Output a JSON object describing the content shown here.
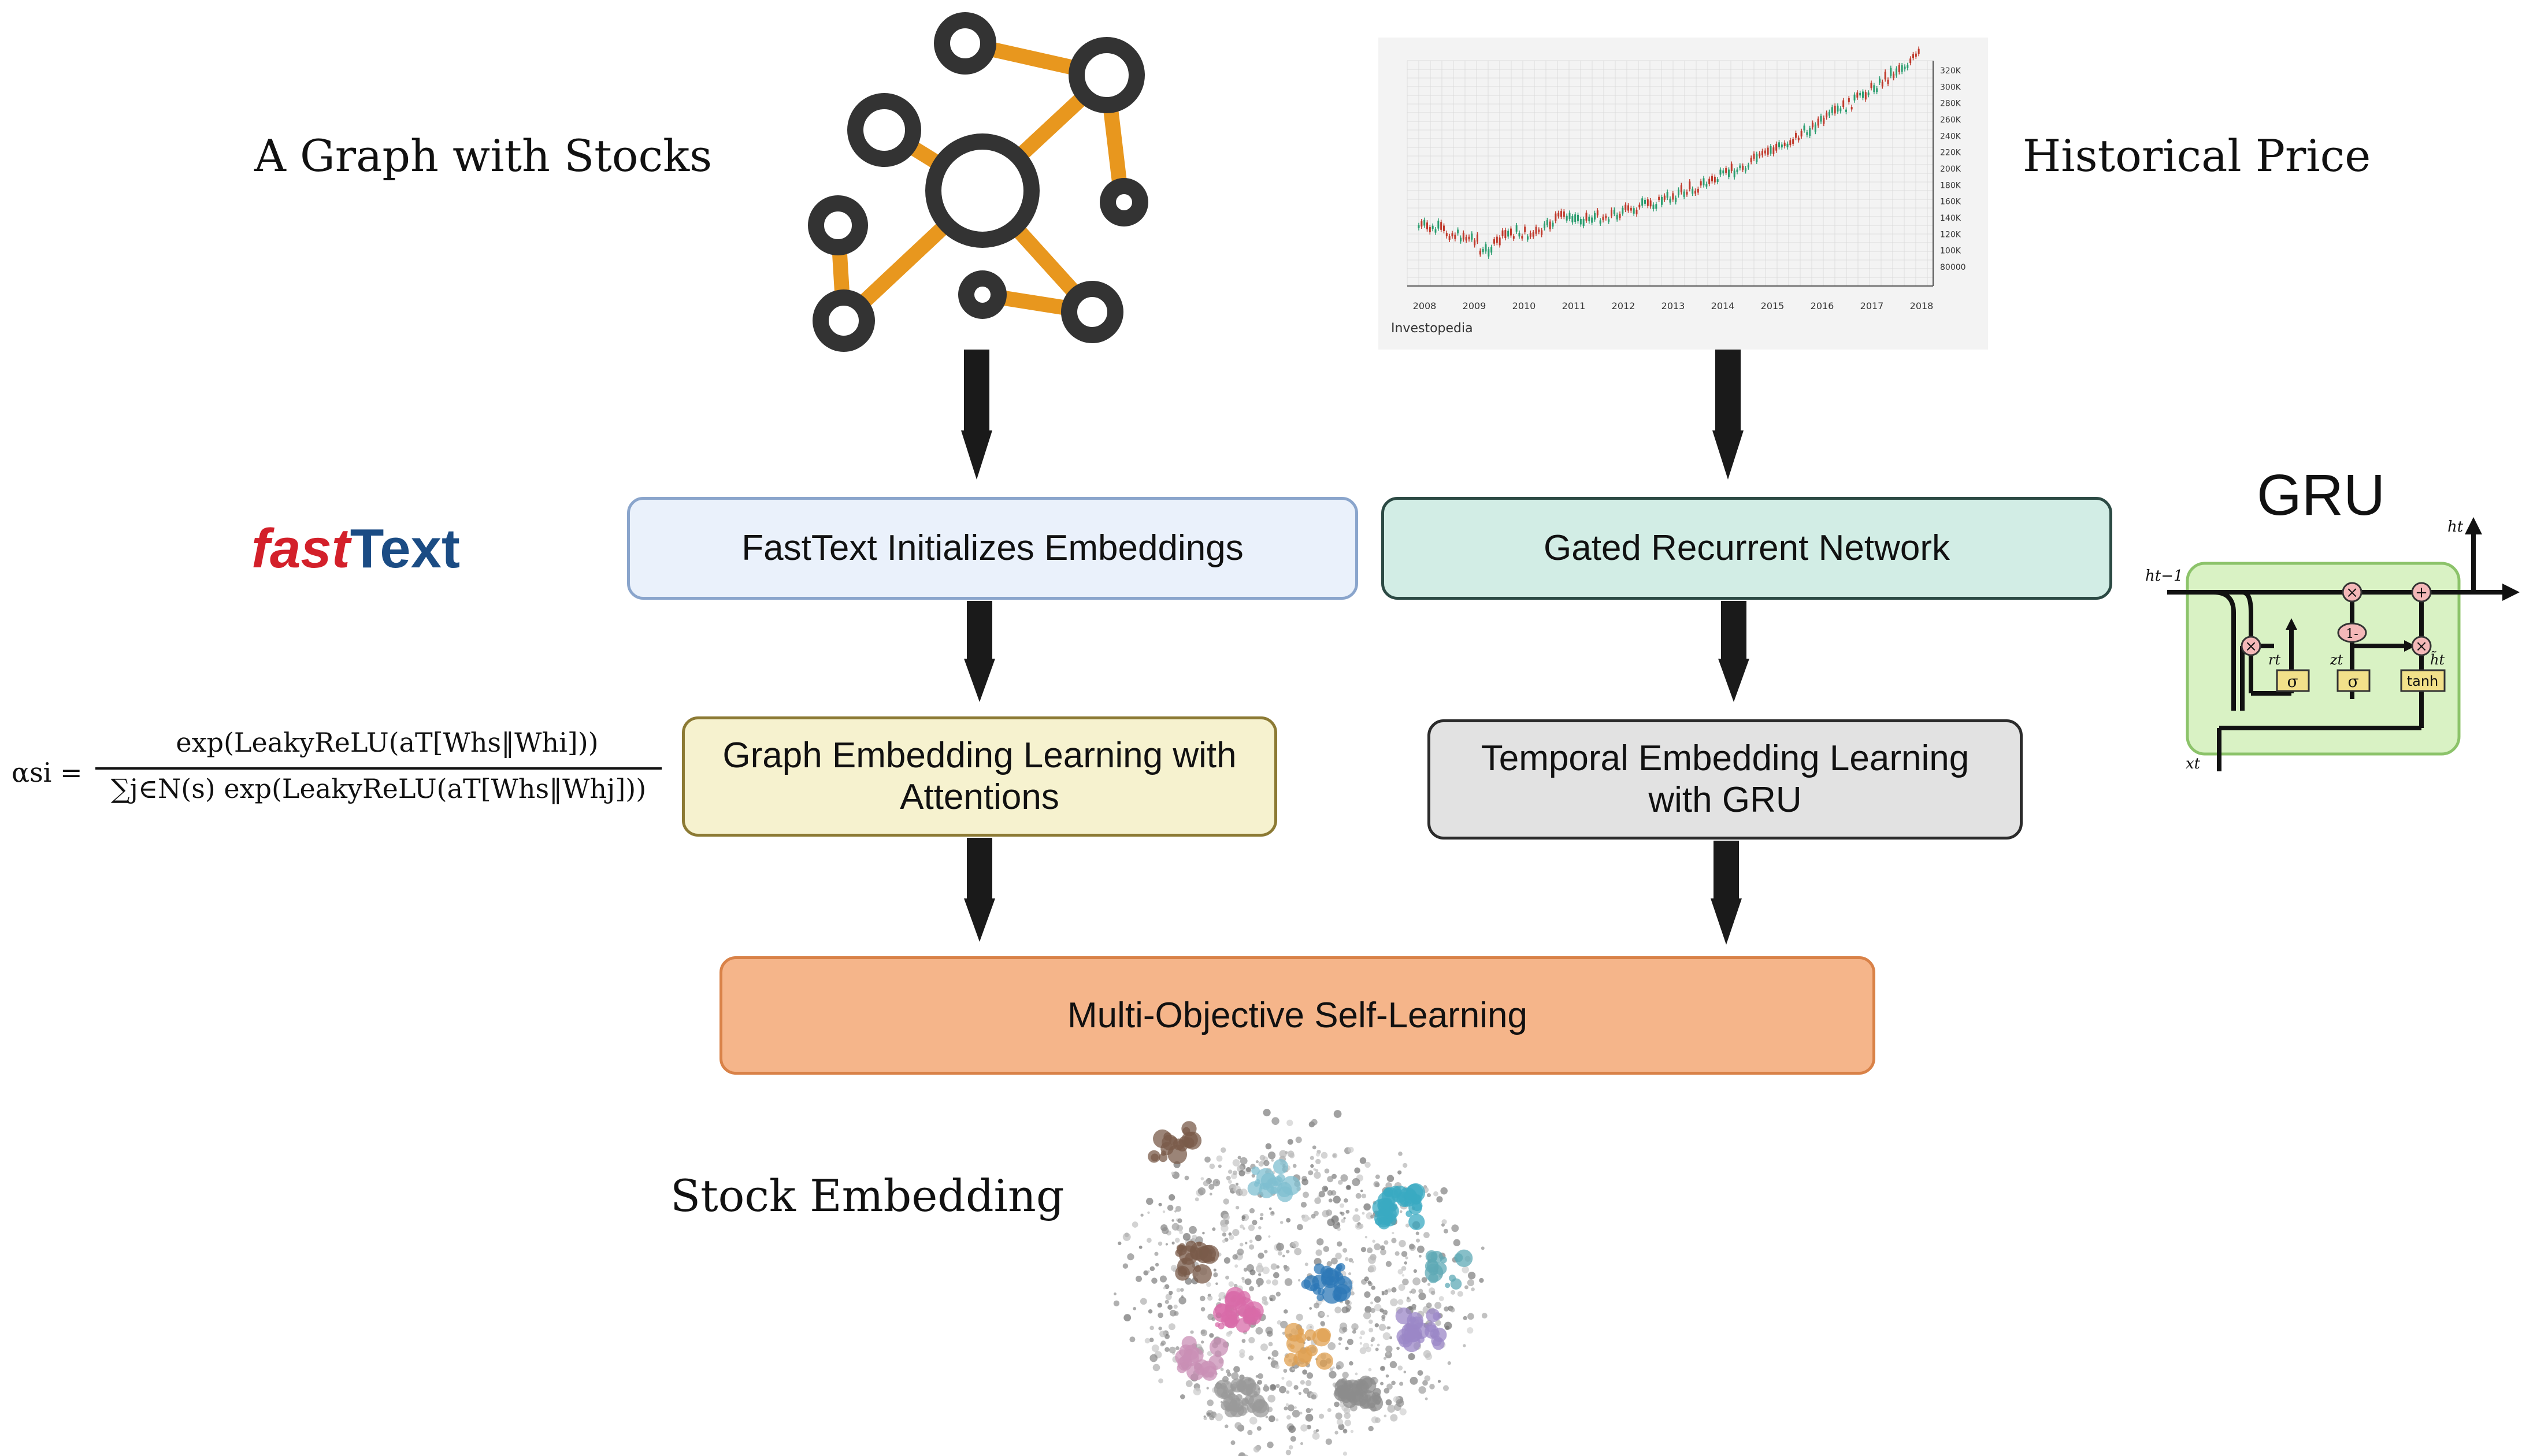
{
  "labels": {
    "graph": "A Graph with Stocks",
    "price": "Historical Price",
    "embedding": "Stock Embedding",
    "gru_title": "GRU"
  },
  "logo": {
    "fast": "fast",
    "text": "Text"
  },
  "boxes": {
    "fasttext": "FastText Initializes Embeddings",
    "gated": "Gated Recurrent Network",
    "graph_line1": "Graph Embedding Learning with",
    "graph_line2": "Attentions",
    "temporal_line1": "Temporal Embedding Learning",
    "temporal_line2": "with GRU",
    "multi": "Multi-Objective Self-Learning"
  },
  "formula": {
    "lhs": "αsi =",
    "numerator": "exp(LeakyReLU(aT[Whs‖Whi]))",
    "denominator": "∑j∈N(s) exp(LeakyReLU(aT[Whs‖Whj]))"
  },
  "price_chart": {
    "x_ticks": [
      "2008",
      "2009",
      "2010",
      "2011",
      "2012",
      "2013",
      "2014",
      "2015",
      "2016",
      "2017",
      "2018"
    ],
    "y_ticks": [
      "320K",
      "300K",
      "280K",
      "260K",
      "240K",
      "220K",
      "200K",
      "180K",
      "160K",
      "140K",
      "120K",
      "100K",
      "80000"
    ],
    "source": "Investopedia"
  },
  "gru_diagram": {
    "h_prev": "ht−1",
    "h_out": "ht",
    "x_in": "xt",
    "r_label": "rt",
    "z_label": "zt",
    "hcand_label": "h̃t",
    "sigma1": "σ",
    "sigma2": "σ",
    "tanh": "tanh",
    "one_minus": "1-",
    "mult": "×",
    "plus": "+"
  },
  "colors": {
    "graph_orange": "#E8971E",
    "fasttext_red": "#D3202A",
    "fasttext_blue": "#1B4C84",
    "box_fasttext_fill": "#EAF1FB",
    "box_fasttext_border": "#8AA5CC",
    "box_gated_fill": "#D2EDE5",
    "box_gated_border": "#2C4A44",
    "box_graph_fill": "#F6F2CF",
    "box_graph_border": "#8C7A34",
    "box_temporal_fill": "#E2E2E2",
    "box_temporal_border": "#2B2B2B",
    "box_multi_fill": "#F5B58A",
    "box_multi_border": "#D98248",
    "gru_panel_fill": "#D9F2C4",
    "gru_panel_border": "#8CC36A"
  }
}
